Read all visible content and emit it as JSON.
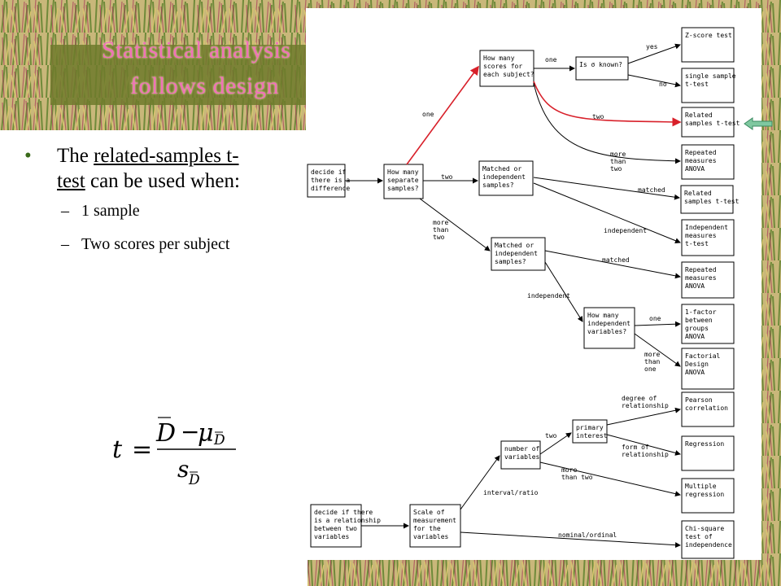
{
  "title": {
    "line1": "Statistical analysis",
    "line2": "follows design"
  },
  "bullet": {
    "pre": "The ",
    "link_a": "related-samples t-",
    "link_b": "test",
    "post": " can be used when:"
  },
  "sub_items": [
    "1 sample",
    "Two scores per subject"
  ],
  "equation": {
    "t": "t",
    "eq": "=",
    "D": "D",
    "minus": "−",
    "mu": "μ",
    "sub_D": "D",
    "s": "s"
  },
  "flowchart": {
    "boxes": {
      "difference": [
        "decide if",
        "there is a",
        "difference"
      ],
      "separate": [
        "How many",
        "separate",
        "samples?"
      ],
      "scores": [
        "How many",
        "scores for",
        "each subject?"
      ],
      "sigma": [
        "Is σ known?"
      ],
      "zscore": [
        "Z-score test"
      ],
      "single": [
        "single sample",
        "t-test"
      ],
      "related1": [
        "Related",
        "samples t-test"
      ],
      "repeated1": [
        "Repeated",
        "measures",
        "ANOVA"
      ],
      "matched1": [
        "Matched or",
        "independent",
        "samples?"
      ],
      "related2": [
        "Related",
        "samples t-test"
      ],
      "indep": [
        "Independent",
        "measures",
        "t-test"
      ],
      "matched2": [
        "Matched or",
        "independent",
        "samples?"
      ],
      "repeated2": [
        "Repeated",
        "measures",
        "ANOVA"
      ],
      "howmanyiv": [
        "How many",
        "independent",
        "variables?"
      ],
      "onefactor": [
        "1-factor",
        "between",
        "groups",
        "ANOVA"
      ],
      "factorial": [
        "Factorial",
        "Design",
        "ANOVA"
      ],
      "relationship": [
        "decide if there",
        "is a relationship",
        "between two",
        "variables"
      ],
      "scale": [
        "Scale of",
        "measurement",
        "for the",
        "variables"
      ],
      "numvars": [
        "number of",
        "variables"
      ],
      "primary": [
        "primary",
        "interest"
      ],
      "pearson": [
        "Pearson",
        "correlation"
      ],
      "regression": [
        "Regression"
      ],
      "multiple": [
        "Multiple",
        "regression"
      ],
      "chisq": [
        "Chi-square",
        "test of",
        "independence"
      ]
    },
    "labels": {
      "one_a": "one",
      "yes": "yes",
      "no": "no",
      "one_b": "one",
      "two_a": "two",
      "more_a": [
        "more",
        "than",
        "two"
      ],
      "two_b": "two",
      "matched_a": "matched",
      "independent_a": "independent",
      "more_b": [
        "more",
        "than",
        "two"
      ],
      "matched_b": "matched",
      "independent_b": "independent",
      "one_c": "one",
      "more_c": [
        "more",
        "than",
        "one"
      ],
      "degree": [
        "degree of",
        "relationship"
      ],
      "two_c": "two",
      "form": [
        "form of",
        "relationship"
      ],
      "more_d": [
        "more",
        "than two"
      ],
      "interval": "interval/ratio",
      "nominal": "nominal/ordinal"
    }
  },
  "colors": {
    "highlight": "#d8202a",
    "title": "#f070b8",
    "arrow_icon": "#7fc8a0"
  }
}
